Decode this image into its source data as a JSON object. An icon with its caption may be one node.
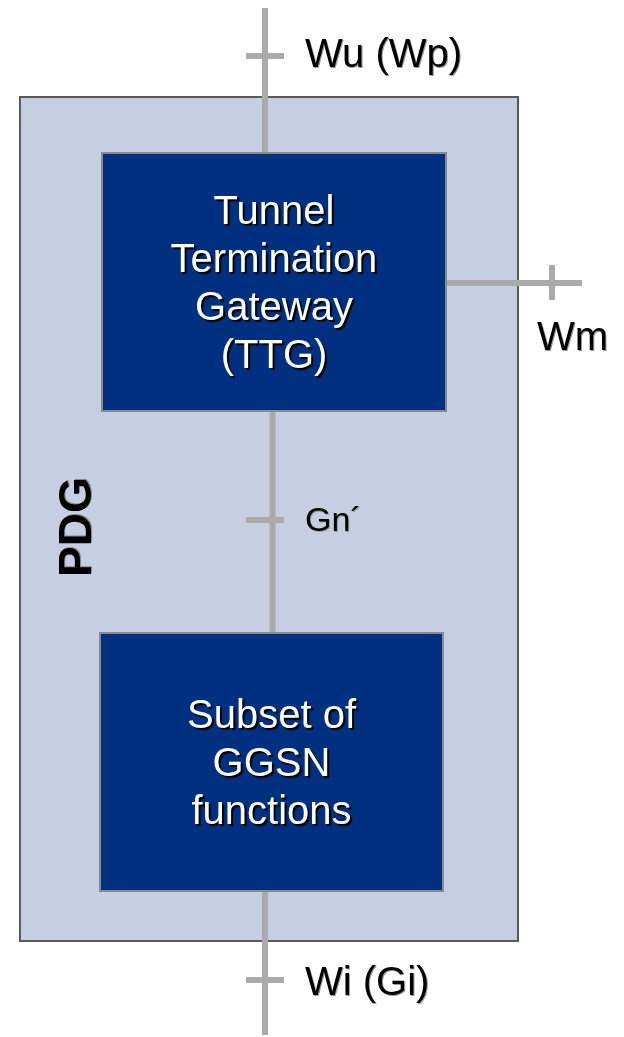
{
  "diagram": {
    "nodes": [
      {
        "text": [
          "PDG"
        ]
      },
      {
        "text": [
          "Tunnel Termination Gateway (TTG)"
        ],
        "in": 0
      },
      {
        "text": [
          "Subset of GGSN functions"
        ],
        "in": 0
      }
    ],
    "edges": [
      {
        "from": null,
        "to": 1,
        "arrow": "none",
        "label": "Wu (Wp)"
      },
      {
        "from": 1,
        "to": null,
        "arrow": "none",
        "label": "Wm"
      },
      {
        "from": 1,
        "to": 2,
        "arrow": "none",
        "label": "Gn´"
      },
      {
        "from": 2,
        "to": null,
        "arrow": "none",
        "label": "Wi (Gi)"
      }
    ]
  }
}
